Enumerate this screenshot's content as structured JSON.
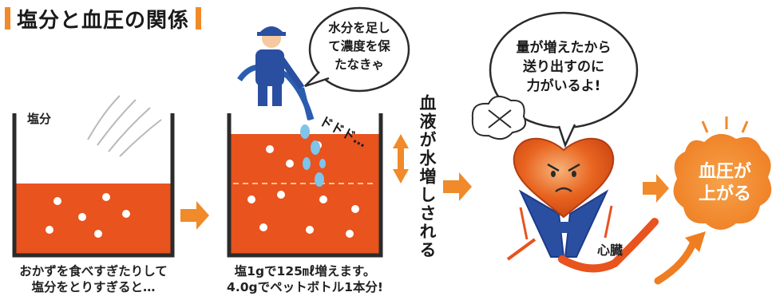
{
  "title": "塩分と血圧の関係",
  "panel1": {
    "label": "塩分",
    "caption_line1": "おかずを食べすぎたりして",
    "caption_line2": "塩分をとりすぎると…"
  },
  "panel2": {
    "bubble_line1": "水分を足し",
    "bubble_line2": "て濃度を保",
    "bubble_line3": "たなきゃ",
    "sfx": "ドドド…",
    "caption_line1": "塩1gで125㎖増えます。",
    "caption_line2": "4.0gでペットボトル1本分!"
  },
  "blood_label": "血液が水増しされる",
  "panel3": {
    "bubble_line1": "量が増えたから",
    "bubble_line2": "送り出すのに",
    "bubble_line3": "力がいるよ!",
    "heart_label": "心臓"
  },
  "result": {
    "line1": "血圧が",
    "line2": "上がる"
  },
  "colors": {
    "accent": "#f08a2a",
    "fluid": "#e8531e",
    "arrow": "#f08a2a",
    "navy": "#1e3a8a"
  }
}
